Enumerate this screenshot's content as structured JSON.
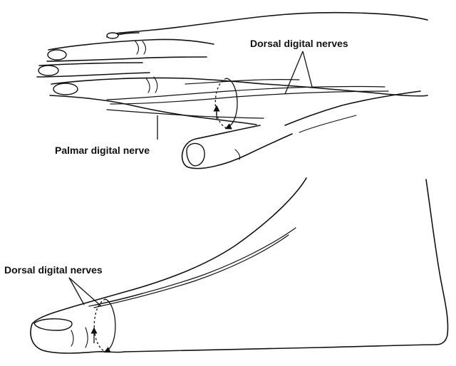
{
  "labels": {
    "hand_dorsal": "Dorsal digital nerves",
    "hand_palmar": "Palmar digital nerve",
    "foot_dorsal": "Dorsal digital nerves"
  }
}
